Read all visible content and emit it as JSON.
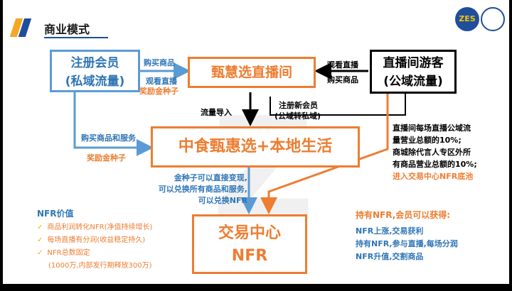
{
  "title": "商业模式",
  "logo_text": "ZES",
  "nodes": {
    "registered": [
      "注册会员",
      "(私域流量)"
    ],
    "live_room": "甄慧选直播间",
    "visitor": [
      "直播间游客",
      "(公域流量)"
    ],
    "main": "中食甄惠选+本地生活",
    "exchange": [
      "交易中心",
      "NFR"
    ]
  },
  "edges": {
    "reg_to_live_top": "购买商品",
    "reg_to_live_mid": "观看直播",
    "reg_to_live_reward": "奖励金种子",
    "visitor_to_live_1": "观看直播",
    "visitor_to_live_2": "购买商品",
    "live_to_main": "流量导入",
    "register_new_1": "注册新会员",
    "register_new_2": "(公域转私域)",
    "reg_to_main": "购买商品和服务",
    "reg_to_main_reward": "奖励金种子",
    "seed_1": "金种子可以直接变现,",
    "seed_2": "可以兑换所有商品和服务,",
    "seed_3": "可以兑换NFR"
  },
  "note": {
    "line1": "直播间每场直播公域流",
    "line2": "量营业总额的10%;",
    "line3": "商城除代言人专区外所",
    "line4": "有商品营业总额的10%;",
    "line5": "进入交易中心NFR底池"
  },
  "nfr_value": {
    "title": "NFR价值",
    "items": [
      "商品利润转化NFR(净值持续增长)",
      "每场直播有分润(收益稳定持久)",
      "NFR总数固定"
    ],
    "sub": "(1000万,内部发行期释放300万)"
  },
  "holder": {
    "title": "持有NFR,会员可以获得:",
    "lines": [
      "NFR上涨,交易获利",
      "持有NFR,参与直播,每场分润",
      "NFR升值,交割商品"
    ]
  }
}
